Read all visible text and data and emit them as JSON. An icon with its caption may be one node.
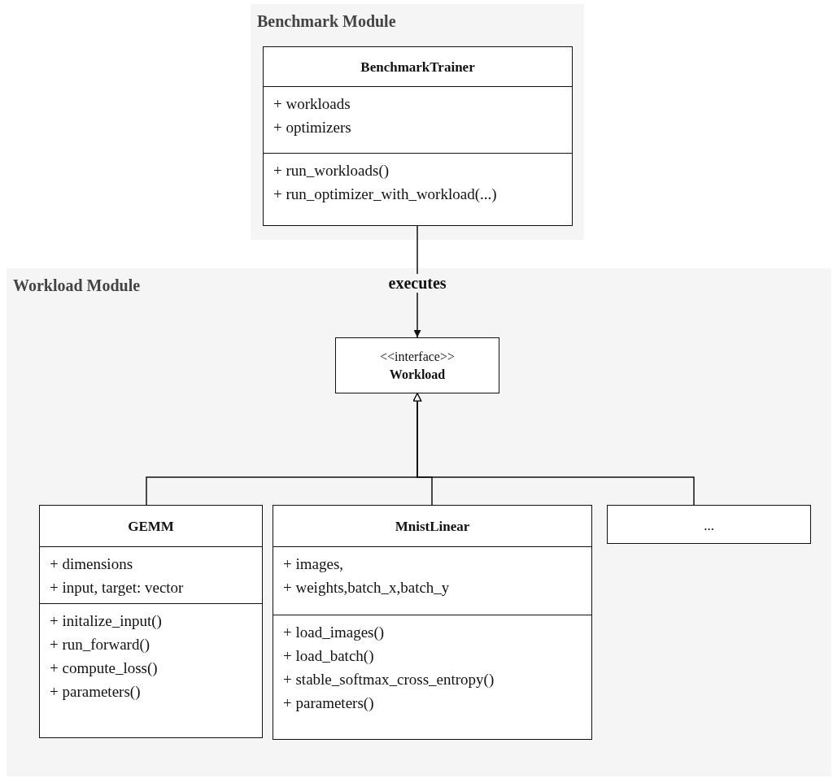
{
  "diagram": {
    "nodes": [
      {
        "text": [
          "Benchmark Module"
        ]
      },
      {
        "text": [
          "BenchmarkTrainer",
          "+ workloads",
          "+ optimizers",
          "+ run_workloads()",
          "+ run_optimizer_with_workload(...)"
        ],
        "in": 0
      },
      {
        "text": [
          "Workload Module"
        ]
      },
      {
        "text": [
          "<<interface>>",
          "Workload"
        ],
        "in": 2
      },
      {
        "text": [
          "GEMM",
          "+ dimensions",
          "+ input, target: vector",
          "+ initalize_input()",
          "+ run_forward()",
          "+ compute_loss()",
          "+ parameters()"
        ],
        "in": 2
      },
      {
        "text": [
          "MnistLinear",
          "+ images,",
          "+ weights,batch_x,batch_y",
          "+ load_images()",
          "+ load_batch()",
          "+ stable_softmax_cross_entropy()",
          "+ parameters()"
        ],
        "in": 2
      },
      {
        "text": [
          "..."
        ],
        "in": 2
      }
    ],
    "edges": [
      {
        "from": 1,
        "to": 3,
        "arrow": "to",
        "label": "executes"
      },
      {
        "from": 4,
        "to": 3,
        "arrow": "to"
      },
      {
        "from": 5,
        "to": 3,
        "arrow": "to"
      },
      {
        "from": 6,
        "to": 3,
        "arrow": "to"
      }
    ]
  }
}
